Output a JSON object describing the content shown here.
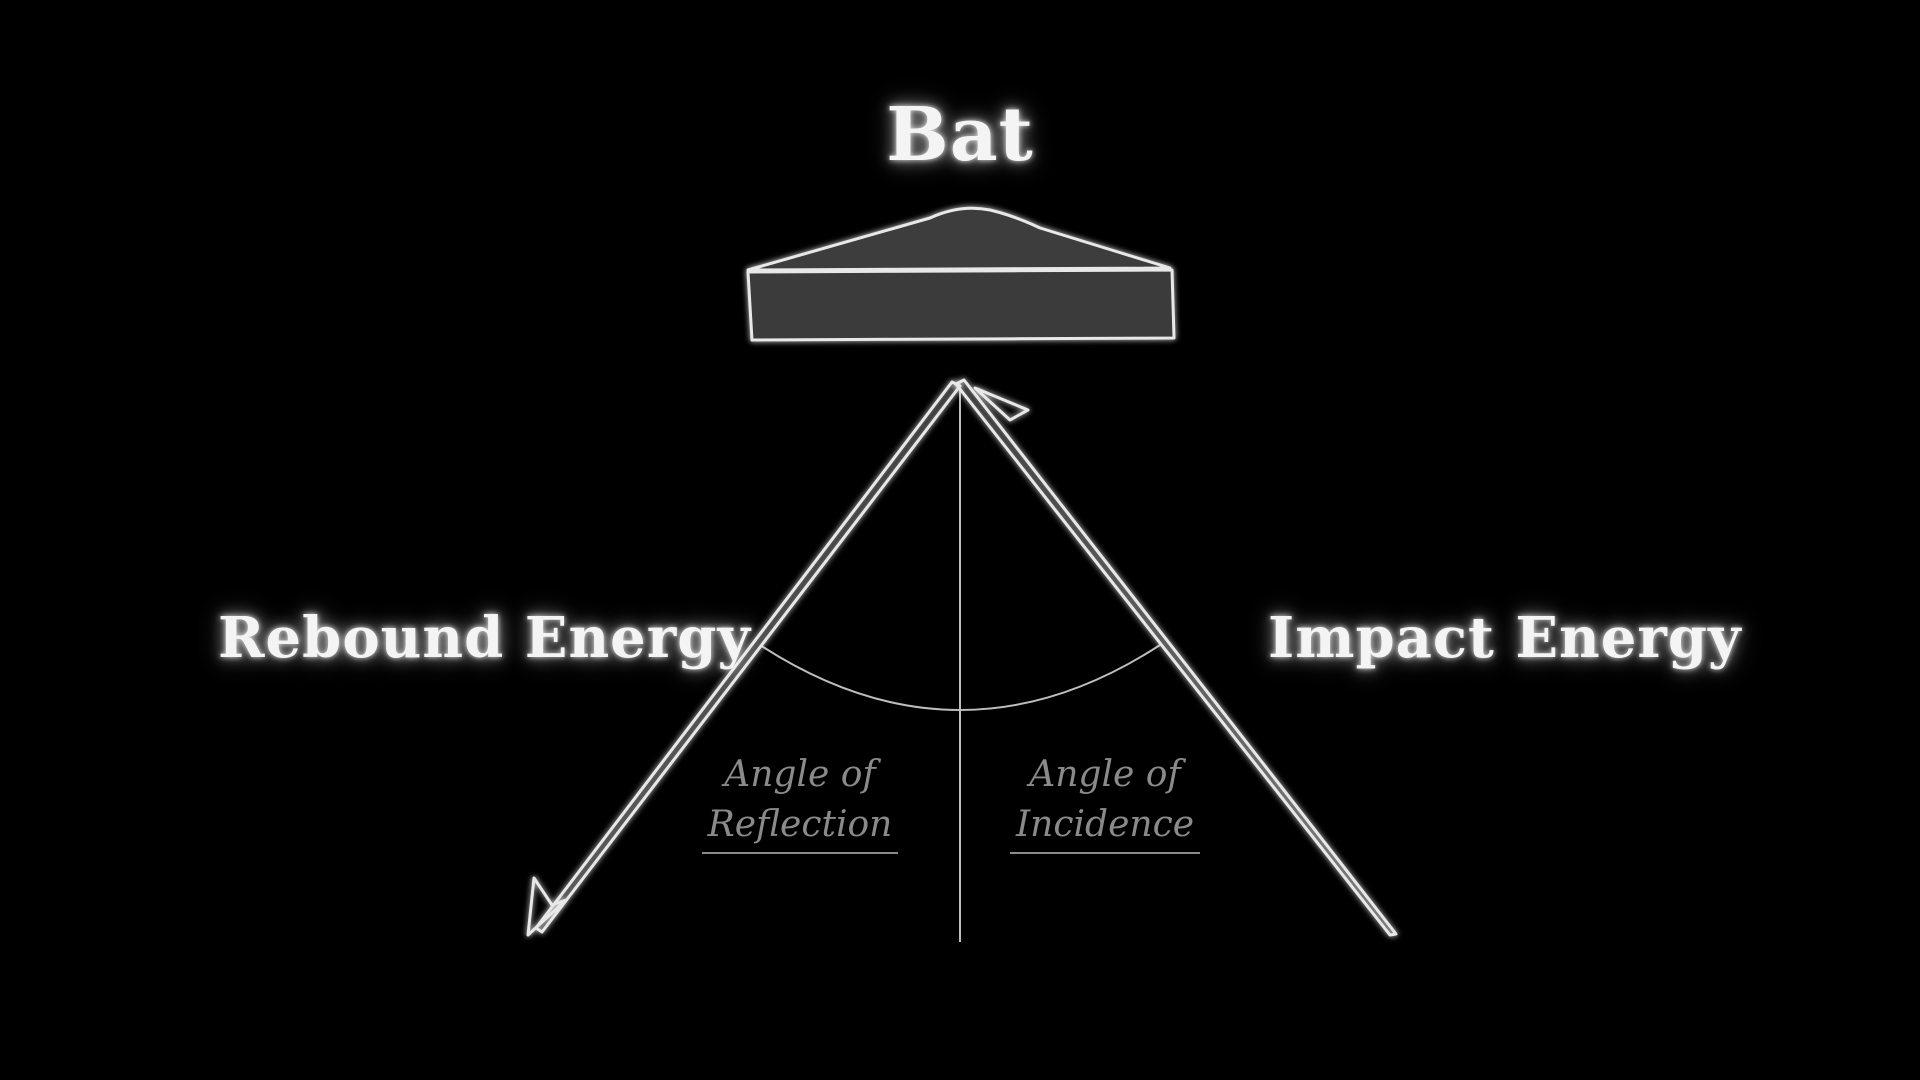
{
  "bat_label": "Bat",
  "rebound_label": "Rebound Energy",
  "impact_label": "Impact Energy",
  "reflection": {
    "line1": "Angle of",
    "line2": "Reflection"
  },
  "incidence": {
    "line1": "Angle of",
    "line2": "Incidence"
  },
  "colors": {
    "background": "#000000",
    "stroke": "#e8e8e8",
    "bat_fill": "#3c3c3c",
    "script_text": "#8a8a8a"
  }
}
